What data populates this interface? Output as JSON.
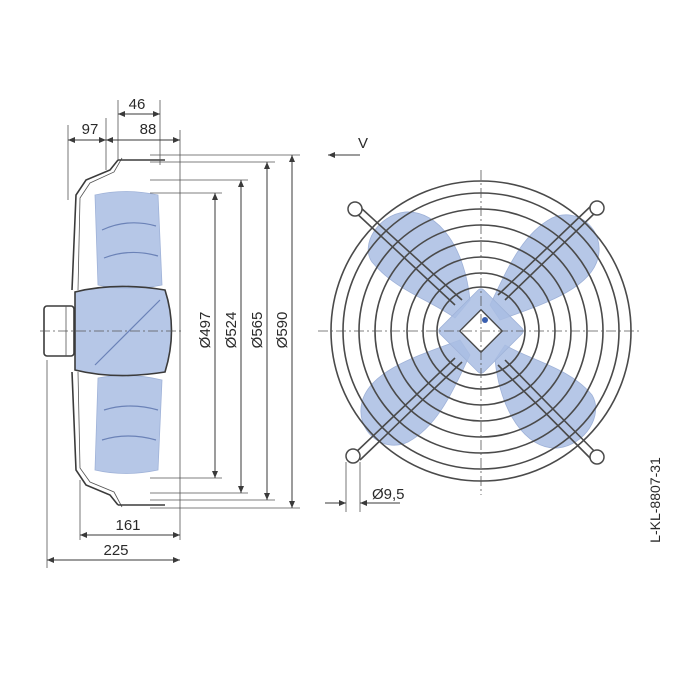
{
  "drawing": {
    "view_arrow_label": "V",
    "drawing_code": "L-KL-8807-31",
    "dimensions": {
      "top_46": "46",
      "top_97": "97",
      "top_88": "88",
      "dia_497": "Ø497",
      "dia_524": "Ø524",
      "dia_565": "Ø565",
      "dia_590": "Ø590",
      "bottom_161": "161",
      "bottom_225": "225",
      "hole_dia": "Ø9,5"
    }
  },
  "colors": {
    "blade_fill": "#a9bde3",
    "line": "#3b3b3b"
  }
}
